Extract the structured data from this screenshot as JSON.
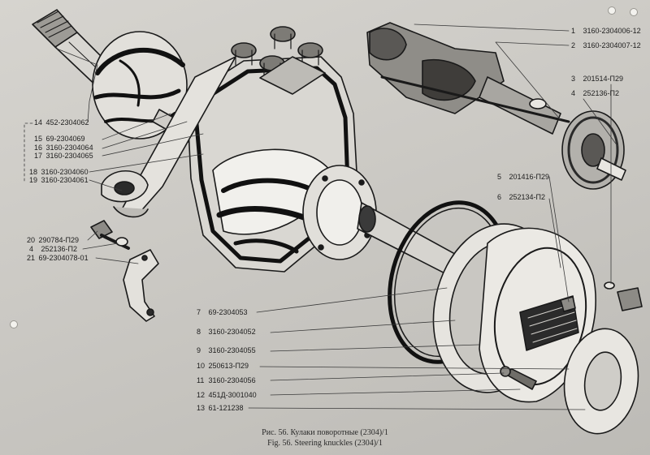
{
  "labels": [
    {
      "num": "1",
      "code": "3160-2304006-12"
    },
    {
      "num": "2",
      "code": "3160-2304007-12"
    },
    {
      "num": "3",
      "code": "201514-П29"
    },
    {
      "num": "4",
      "code": "252136-П2"
    },
    {
      "num": "5",
      "code": "201416-П29"
    },
    {
      "num": "6",
      "code": "252134-П2"
    },
    {
      "num": "7",
      "code": "69-2304053"
    },
    {
      "num": "8",
      "code": "3160-2304052"
    },
    {
      "num": "9",
      "code": "3160-2304055"
    },
    {
      "num": "10",
      "code": "250613-П29"
    },
    {
      "num": "11",
      "code": "3160-2304056"
    },
    {
      "num": "12",
      "code": "451Д-3001040"
    },
    {
      "num": "13",
      "code": "61-121238"
    },
    {
      "num": "14",
      "code": "452-2304062"
    },
    {
      "num": "15",
      "code": "69-2304069"
    },
    {
      "num": "16",
      "code": "3160-2304064"
    },
    {
      "num": "17",
      "code": "3160-2304065"
    },
    {
      "num": "18",
      "code": "3160-2304060"
    },
    {
      "num": "19",
      "code": "3160-2304061"
    },
    {
      "num": "20",
      "code": "290784-П29"
    },
    {
      "num": "4",
      "code": "252136-П2"
    },
    {
      "num": "21",
      "code": "69-2304078-01"
    }
  ],
  "caption": {
    "ru": "Рис. 56. Кулаки поворотные (2304)/1",
    "en": "Fig. 56. Steering knuckles (2304)/1"
  }
}
